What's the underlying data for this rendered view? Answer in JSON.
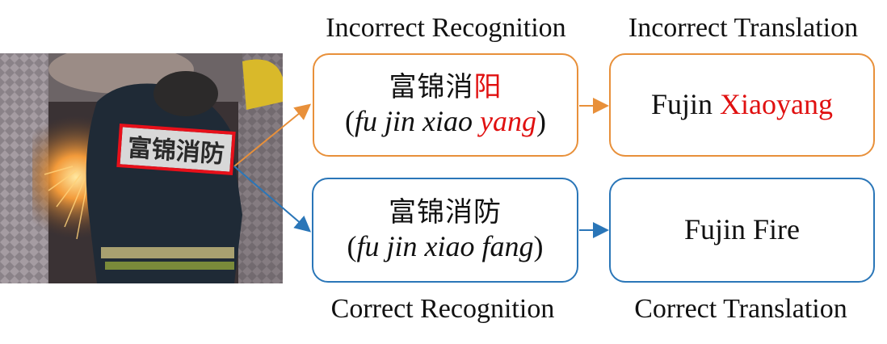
{
  "labels": {
    "incorrect_recognition": "Incorrect Recognition",
    "incorrect_translation": "Incorrect Translation",
    "correct_recognition": "Correct Recognition",
    "correct_translation": "Correct Translation"
  },
  "photo": {
    "sign_text": "富锦消防"
  },
  "incorrect_recognition_box": {
    "chars_prefix": "富锦消",
    "chars_wrong": "阳",
    "pinyin_open": "(",
    "pinyin_prefix": "fu jin xiao ",
    "pinyin_wrong": "yang",
    "pinyin_close": ")"
  },
  "incorrect_translation_box": {
    "prefix": "Fujin ",
    "wrong": "Xiaoyang"
  },
  "correct_recognition_box": {
    "chars": "富锦消防",
    "pinyin_open": "(",
    "pinyin": "fu jin xiao fang",
    "pinyin_close": ")"
  },
  "correct_translation_box": {
    "text": "Fujin Fire"
  },
  "colors": {
    "incorrect": "#e8903a",
    "correct": "#2a76b8",
    "error_text": "#e01010"
  }
}
